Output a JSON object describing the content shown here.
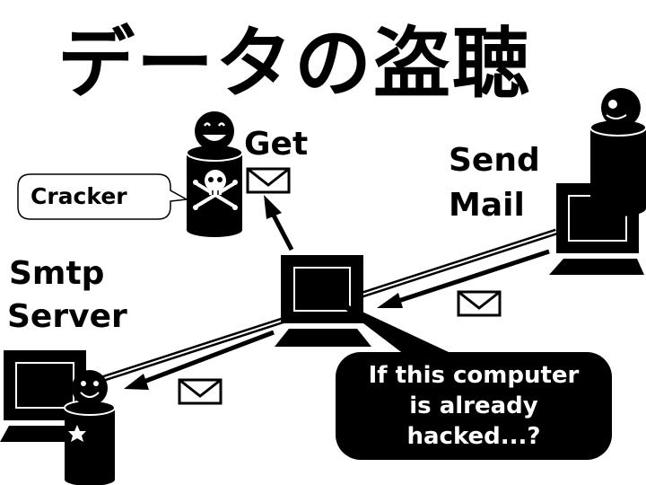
{
  "title": "データの盗聴",
  "labels": {
    "cracker": "Cracker",
    "get": "Get",
    "send_mail_line1": "Send",
    "send_mail_line2": "Mail",
    "smtp_server_line1": "Smtp",
    "smtp_server_line2": "Server"
  },
  "callout": {
    "line1": "If this computer",
    "line2": "is already",
    "line3": "hacked...?"
  },
  "icons": [
    "envelope-icon",
    "skull-crossbones-icon",
    "computer-icon",
    "person-icon",
    "star-icon",
    "arrow-icon"
  ],
  "colors": {
    "foreground": "#000000",
    "background": "#ffffff"
  }
}
